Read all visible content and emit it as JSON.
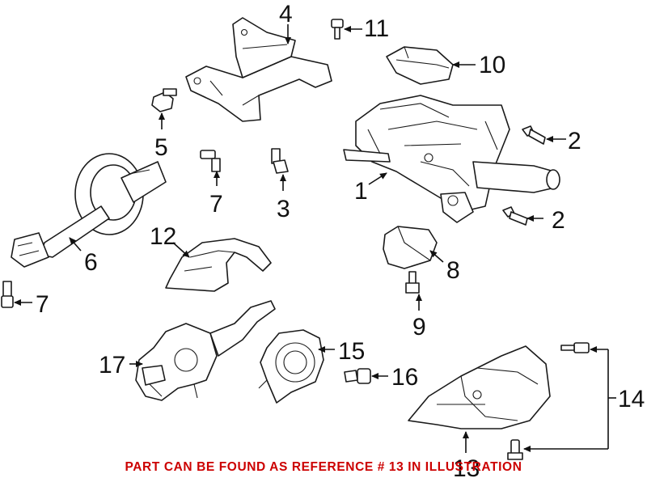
{
  "diagram": {
    "callouts": {
      "c1": "1",
      "c2a": "2",
      "c2b": "2",
      "c3": "3",
      "c4": "4",
      "c5": "5",
      "c6": "6",
      "c7a": "7",
      "c7b": "7",
      "c8": "8",
      "c9": "9",
      "c10": "10",
      "c11": "11",
      "c12": "12",
      "c13": "13",
      "c14": "14",
      "c15": "15",
      "c16": "16",
      "c17": "17"
    },
    "notice": "PART CAN BE FOUND AS REFERENCE # 13 IN ILLUSTRATION",
    "colors": {
      "line": "#1a1a1a",
      "notice": "#cc0000",
      "background": "#ffffff"
    }
  }
}
